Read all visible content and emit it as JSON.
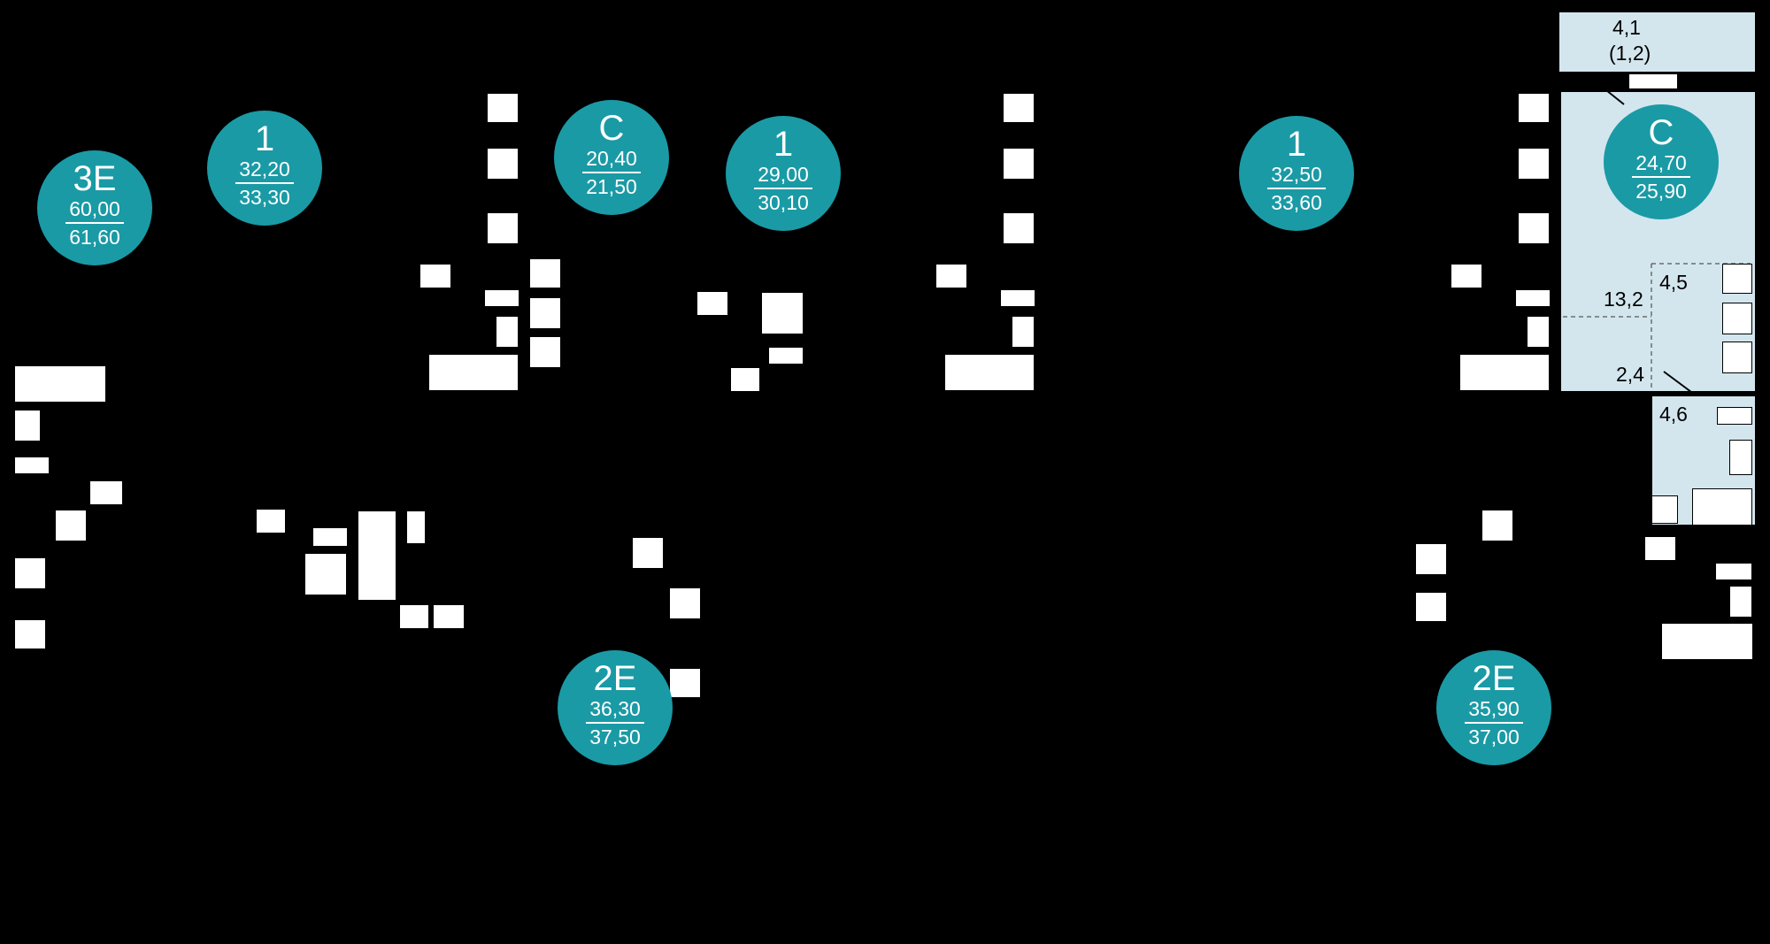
{
  "colors": {
    "background": "#000000",
    "badge": "#1a9aa5",
    "highlight_apartment": "#d3e6ee",
    "fixture": "#ffffff"
  },
  "apartments": [
    {
      "id": "apt-3e",
      "type": "3E",
      "area_living": "60,00",
      "area_total": "61,60"
    },
    {
      "id": "apt-1a",
      "type": "1",
      "area_living": "32,20",
      "area_total": "33,30"
    },
    {
      "id": "apt-c1",
      "type": "С",
      "area_living": "20,40",
      "area_total": "21,50"
    },
    {
      "id": "apt-1b",
      "type": "1",
      "area_living": "29,00",
      "area_total": "30,10"
    },
    {
      "id": "apt-1c",
      "type": "1",
      "area_living": "32,50",
      "area_total": "33,60"
    },
    {
      "id": "apt-c2",
      "type": "С",
      "area_living": "24,70",
      "area_total": "25,90"
    },
    {
      "id": "apt-2e-a",
      "type": "2E",
      "area_living": "36,30",
      "area_total": "37,50"
    },
    {
      "id": "apt-2e-b",
      "type": "2E",
      "area_living": "35,90",
      "area_total": "37,00"
    }
  ],
  "rooms": {
    "balcony_area": "4,1",
    "balcony_reduced": "(1,2)",
    "living_room": "13,2",
    "kitchen": "4,5",
    "hall": "2,4",
    "bathroom": "4,6"
  }
}
